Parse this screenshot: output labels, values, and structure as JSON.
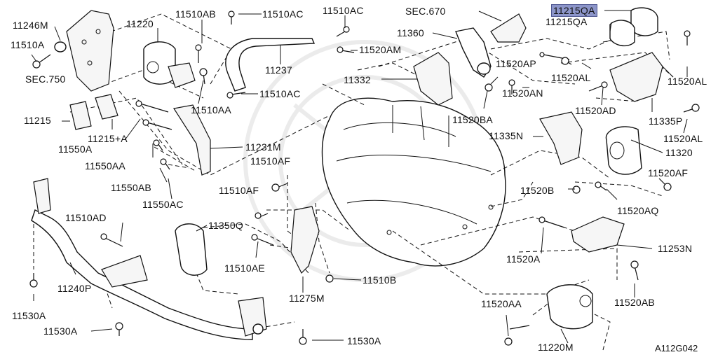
{
  "diagram": {
    "code": "A112G042",
    "highlighted_part": "11215QA",
    "labels": {
      "p11246M": "11246M",
      "p11510A": "11510A",
      "sec750": "SEC.750",
      "p11220": "11220",
      "p11510AB": "11510AB",
      "p11510AC_top": "11510AC",
      "p11510AC_top2": "11510AC",
      "sec670": "SEC.670",
      "p11215QA_hl": "11215QA",
      "p11215QA": "11215QA",
      "p11360": "11360",
      "p11520AM": "11520AM",
      "p11237": "11237",
      "p11520AP": "11520AP",
      "p11520AL_1": "11520AL",
      "p11520AL_2": "11520AL",
      "p11332": "11332",
      "p11510AC_mid": "11510AC",
      "p11520AN": "11520AN",
      "p11215": "11215",
      "p11215A": "11215+A",
      "p11510AA": "11510AA",
      "p11520BA": "11520BA",
      "p11520AD": "11520AD",
      "p11335P": "11335P",
      "p11550A": "11550A",
      "p11520AL_3": "11520AL",
      "p11335N": "11335N",
      "p11231M": "11231M",
      "p11550AA": "11550AA",
      "p11510AF": "11510AF",
      "p11320": "11320",
      "p11520AF": "11520AF",
      "p11550AB": "11550AB",
      "p11510AF_2": "11510AF",
      "p11520B": "11520B",
      "p11550AC": "11550AC",
      "p11520AQ": "11520AQ",
      "p11510AD": "11510AD",
      "p11350Q": "11350Q",
      "p11253N": "11253N",
      "p11520A": "11520A",
      "p11510AE": "11510AE",
      "p11240P": "11240P",
      "p11510B": "11510B",
      "p11530A_1": "11530A",
      "p11520AA": "11520AA",
      "p11520AB": "11520AB",
      "p11275M": "11275M",
      "p11530A_2": "11530A",
      "p11220M": "11220M",
      "p11530A_3": "11530A"
    }
  }
}
